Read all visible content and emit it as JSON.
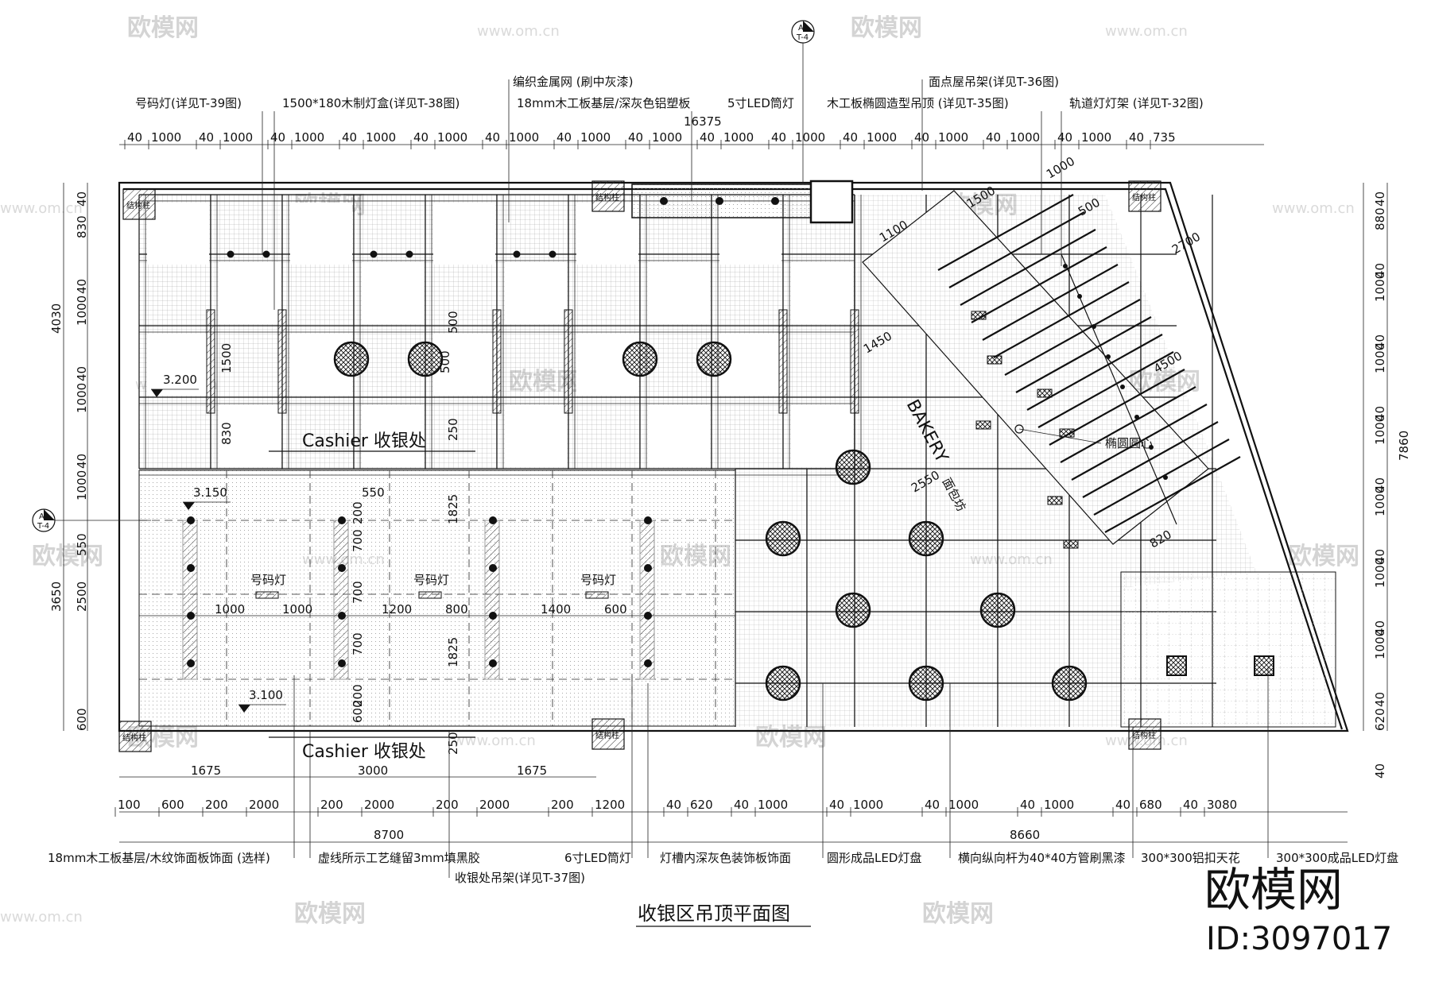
{
  "drawing": {
    "title": "收银区吊顶平面图",
    "cashier_label": "Cashier 收银处",
    "bakery_label": "BAKERY",
    "bakery_cn": "面包坊",
    "number_lamp": "号码灯",
    "ellipse_center": "椭圆圆心",
    "column_tag": "结构柱",
    "level_1": "3.200",
    "level_2": "3.150",
    "level_3": "3.100",
    "section_mark": "A",
    "section_sheet": "T-4"
  },
  "top_annotations": {
    "a1": "号码灯(详见T-39图)",
    "a2": "1500*180木制灯盒(详见T-38图)",
    "a3": "编织金属网 (刷中灰漆)",
    "a4": "18mm木工板基层/深灰色铝塑板",
    "a5": "5寸LED筒灯",
    "a6": "面点屋吊架(详见T-36图)",
    "a7": "木工板椭圆造型吊顶 (详见T-35图)",
    "a8": "轨道灯灯架 (详见T-32图)"
  },
  "bottom_annotations": {
    "b1": "18mm木工板基层/木纹饰面板饰面 (选样)",
    "b2": "虚线所示工艺缝留3mm填黑胶",
    "b3": "收银处吊架(详见T-37图)",
    "b4": "6寸LED筒灯",
    "b5": "灯槽内深灰色装饰板饰面",
    "b6": "圆形成品LED灯盘",
    "b7": "横向纵向杆为40*40方管刷黑漆",
    "b8": "300*300铝扣天花",
    "b9": "300*300成品LED灯盘"
  },
  "dimensions": {
    "top_total": "16375",
    "top_row": [
      "40",
      "1000",
      "40",
      "1000",
      "40",
      "1000",
      "40",
      "1000",
      "40",
      "1000",
      "40",
      "1000",
      "40",
      "1000",
      "40",
      "1000",
      "40",
      "1000",
      "40",
      "1000",
      "40",
      "1000",
      "40",
      "1000",
      "40",
      "1000",
      "40",
      "1000",
      "40",
      "735"
    ],
    "bottom_total_left": "8700",
    "bottom_total_right": "8660",
    "bottom_row": [
      "100",
      "600",
      "200",
      "2000",
      "200",
      "2000",
      "200",
      "2000",
      "200",
      "1200",
      "40",
      "620",
      "40",
      "1000",
      "40",
      "1000",
      "40",
      "1000",
      "40",
      "1000",
      "40",
      "680",
      "40",
      "3080"
    ],
    "bottom_row2": [
      "1675",
      "3000",
      "1675"
    ],
    "left_total_top": "4030",
    "left_total_bottom": "3650",
    "left_row": [
      "40",
      "830",
      "40",
      "1000",
      "40",
      "1000",
      "40",
      "1000",
      "550",
      "2500",
      "600"
    ],
    "right_total": "7860",
    "right_row": [
      "40",
      "880",
      "40",
      "1000",
      "40",
      "1000",
      "40",
      "1000",
      "40",
      "1000",
      "40",
      "1000",
      "40",
      "1000",
      "40",
      "620",
      "40"
    ],
    "interior": [
      "1500",
      "830",
      "500",
      "500",
      "250",
      "250",
      "550",
      "200",
      "700",
      "700",
      "700",
      "200",
      "1825",
      "1825",
      "600",
      "1000",
      "1000",
      "1200",
      "800",
      "1400",
      "600",
      "1100",
      "1500",
      "1000",
      "500",
      "2700",
      "4500",
      "1450",
      "2550",
      "820"
    ]
  },
  "watermark": {
    "brand": "欧模网",
    "url": "www.om.cn",
    "logo_text": "欧模网",
    "logo_id": "ID:3097017"
  }
}
